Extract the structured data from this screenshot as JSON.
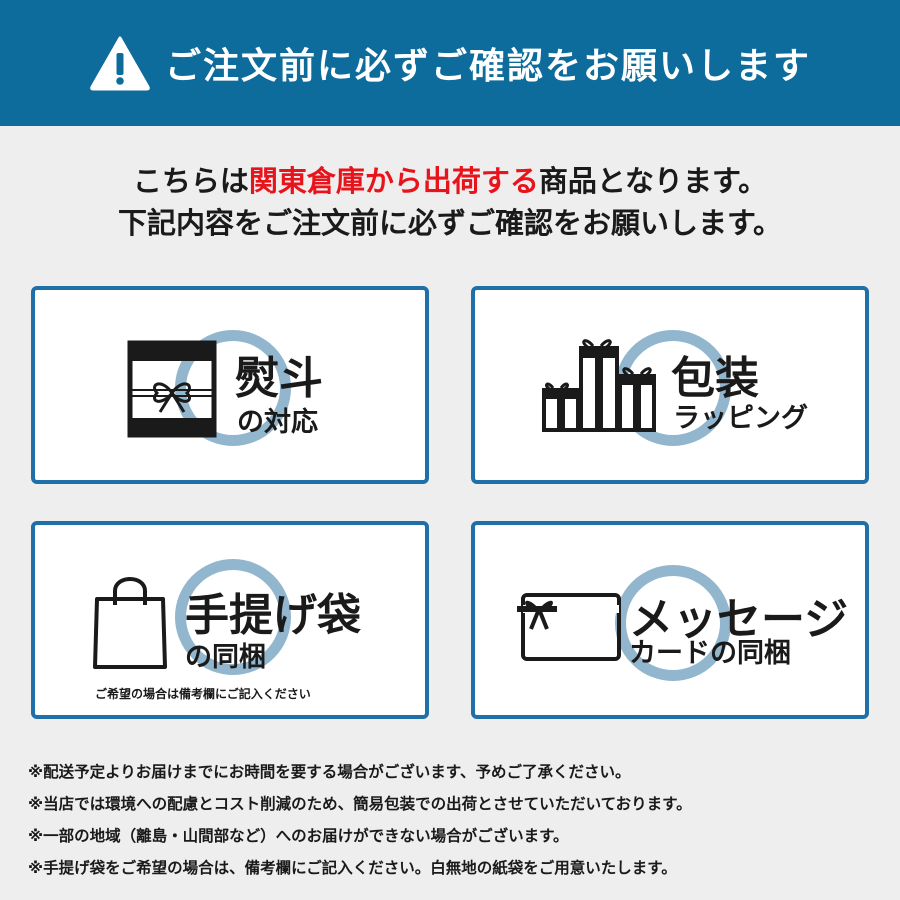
{
  "banner": {
    "title": "ご注文前に必ずご確認をお願いします",
    "icon": "warning-icon",
    "background": "#0d6c9c"
  },
  "intro": {
    "line1_prefix": "こちらは",
    "line1_highlight": "関東倉庫から出荷する",
    "line1_suffix": "商品となります。",
    "line2": "下記内容をご注文前に必ずご確認をお願いします。",
    "highlight_color": "#e8141c"
  },
  "cards": [
    {
      "title": "熨斗",
      "subtitle": "の対応",
      "icon": "noshi-icon"
    },
    {
      "title": "包装",
      "subtitle": "ラッピング",
      "icon": "gift-boxes-icon"
    },
    {
      "title": "手提げ袋",
      "subtitle": "の同梱",
      "note": "ご希望の場合は備考欄にご記入ください",
      "icon": "shopping-bag-icon"
    },
    {
      "title": "メッセージ",
      "subtitle": "カードの同梱",
      "icon": "message-card-icon"
    }
  ],
  "notes": [
    "※配送予定よりお届けまでにお時間を要する場合がございます、予めご了承ください。",
    "※当店では環境への配慮とコスト削減のため、簡易包装での出荷とさせていただいております。",
    "※一部の地域（離島・山間部など）へのお届けができない場合がございます。",
    "※手提げ袋をご希望の場合は、備考欄にご記入ください。白無地の紙袋をご用意いたします。"
  ],
  "colors": {
    "card_border": "#1f6fa8",
    "ring": "#7ea9c6"
  }
}
